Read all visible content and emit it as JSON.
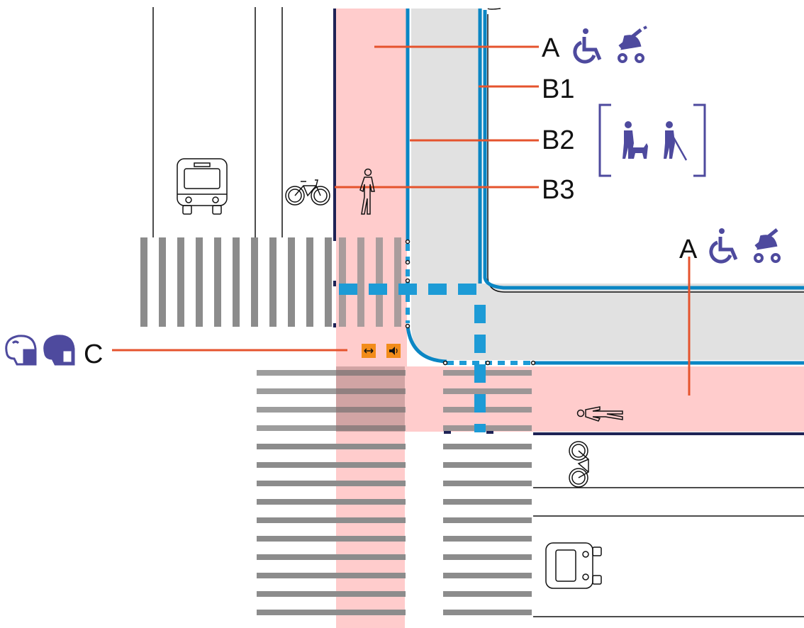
{
  "labels": {
    "a_top": "A",
    "b1": "B1",
    "b2": "B2",
    "b3": "B3",
    "a_right": "A",
    "c": "C"
  },
  "icons": {
    "zone_a": [
      "wheelchair-icon",
      "stroller-icon"
    ],
    "zone_b": [
      "guide-dog-walker-icon",
      "white-cane-walker-icon"
    ],
    "zone_c": [
      "hearing-impaired-icon",
      "hearing-impaired-icon"
    ],
    "street": [
      "bus-icon",
      "bicycle-icon",
      "pedestrian-icon"
    ],
    "signal": [
      "crossing-arrow-signal-icon",
      "acoustic-signal-icon"
    ]
  },
  "colors": {
    "pedestrian_zone": "#ffcccc",
    "guidance_zone": "#e0e0e0",
    "tactile_line": "#0a86c4",
    "tactile_dash": "#1d9bd6",
    "leader_line": "#e5532d",
    "curb": "#1e2356",
    "crossing_stripe": "#8c8c8c",
    "icon_purple": "#4e4a9e",
    "signal_orange": "#f28c1a"
  }
}
